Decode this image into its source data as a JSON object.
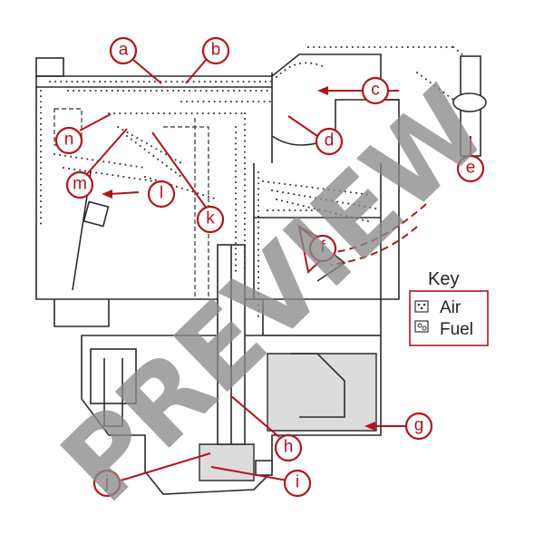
{
  "diagram": {
    "callouts": [
      {
        "id": "a",
        "label": "a"
      },
      {
        "id": "b",
        "label": "b"
      },
      {
        "id": "c",
        "label": "c"
      },
      {
        "id": "d",
        "label": "d"
      },
      {
        "id": "e",
        "label": "e"
      },
      {
        "id": "f",
        "label": "f"
      },
      {
        "id": "g",
        "label": "g"
      },
      {
        "id": "h",
        "label": "h"
      },
      {
        "id": "i",
        "label": "i"
      },
      {
        "id": "j",
        "label": "j"
      },
      {
        "id": "k",
        "label": "k"
      },
      {
        "id": "l",
        "label": "l"
      },
      {
        "id": "m",
        "label": "m"
      },
      {
        "id": "n",
        "label": "n"
      }
    ],
    "key": {
      "title": "Key",
      "items": [
        {
          "label": "Air",
          "icon": "air-pattern-icon"
        },
        {
          "label": "Fuel",
          "icon": "fuel-pattern-icon"
        }
      ]
    },
    "watermark": "PREVIEW",
    "colors": {
      "callout": "#b3141c",
      "line": "#2b2b2b",
      "fuel": "#dcdcdc",
      "watermark": "#8a8a8a"
    }
  }
}
